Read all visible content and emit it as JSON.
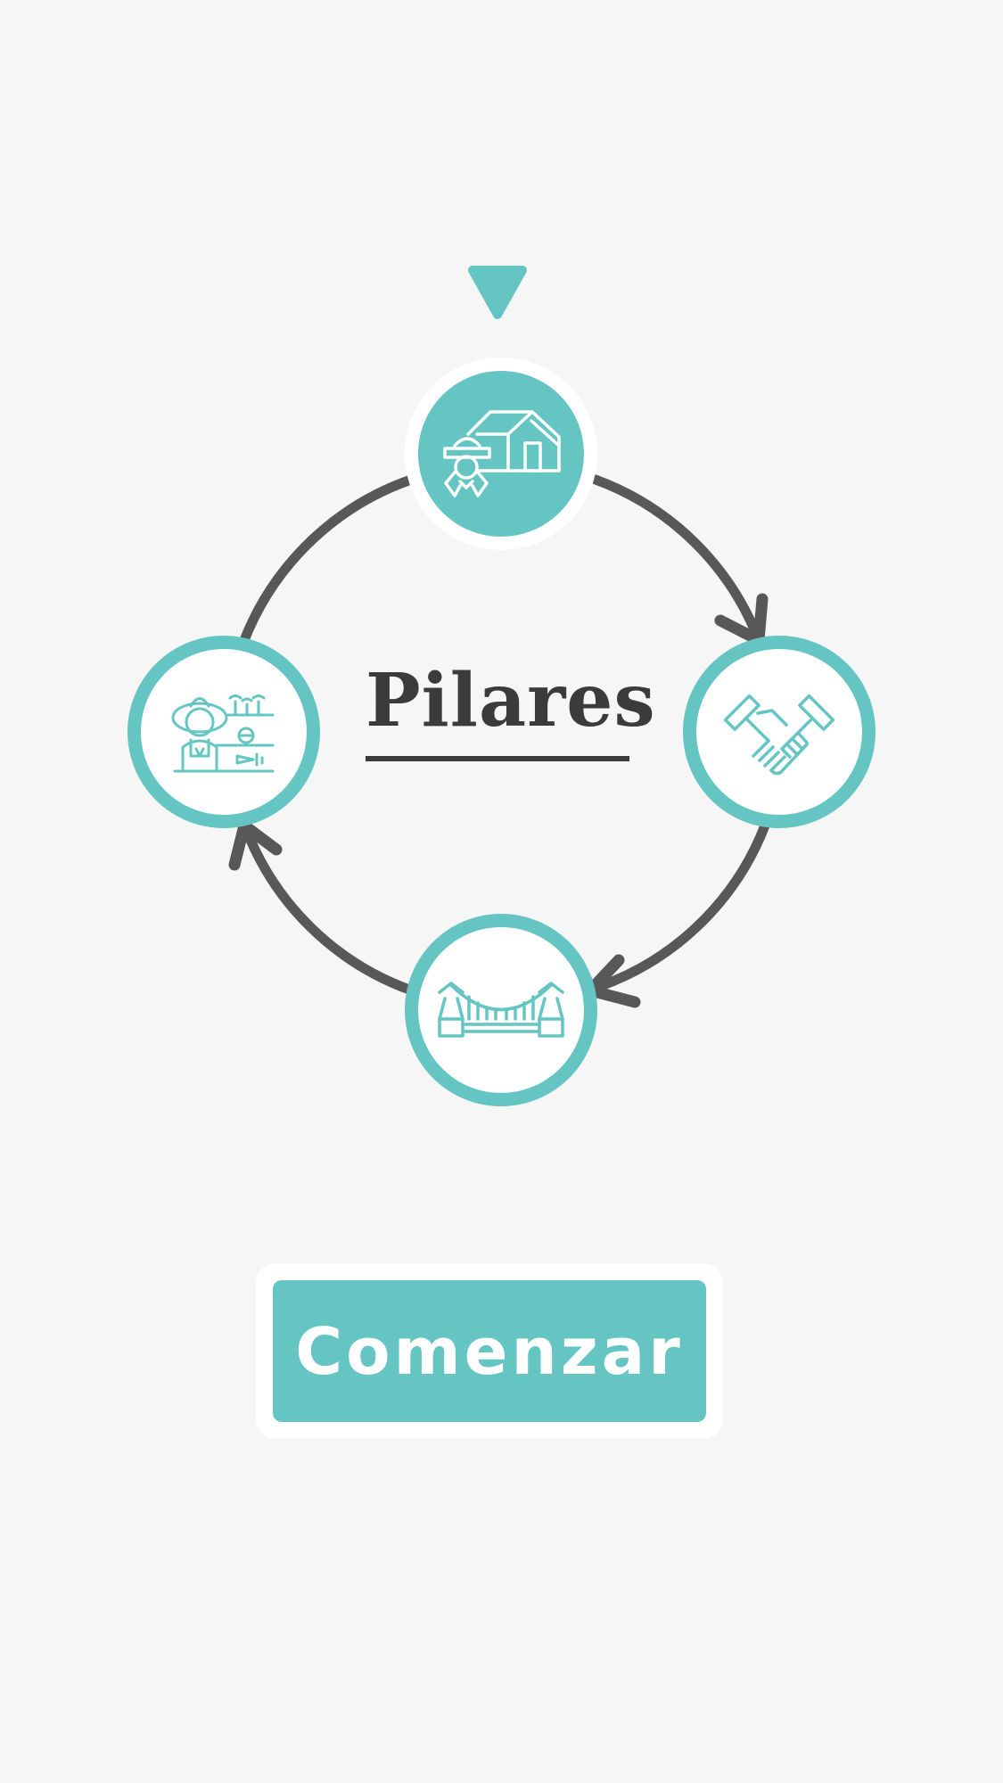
{
  "title": "Pilares",
  "start_button_label": "Comenzar",
  "colors": {
    "background": "#f6f6f6",
    "accent": "#64c5c3",
    "ring": "#585858",
    "title_text": "#3b3b3b",
    "white": "#ffffff"
  },
  "pillars": [
    {
      "id": "rural-home",
      "icon": "farmer-house-icon",
      "active": true
    },
    {
      "id": "partnership",
      "icon": "handshake-icon",
      "active": false
    },
    {
      "id": "connection",
      "icon": "bridge-icon",
      "active": false
    },
    {
      "id": "agriculture",
      "icon": "farmer-crops-icon",
      "active": false
    }
  ],
  "selected_indicator_icon": "triangle-down-icon"
}
